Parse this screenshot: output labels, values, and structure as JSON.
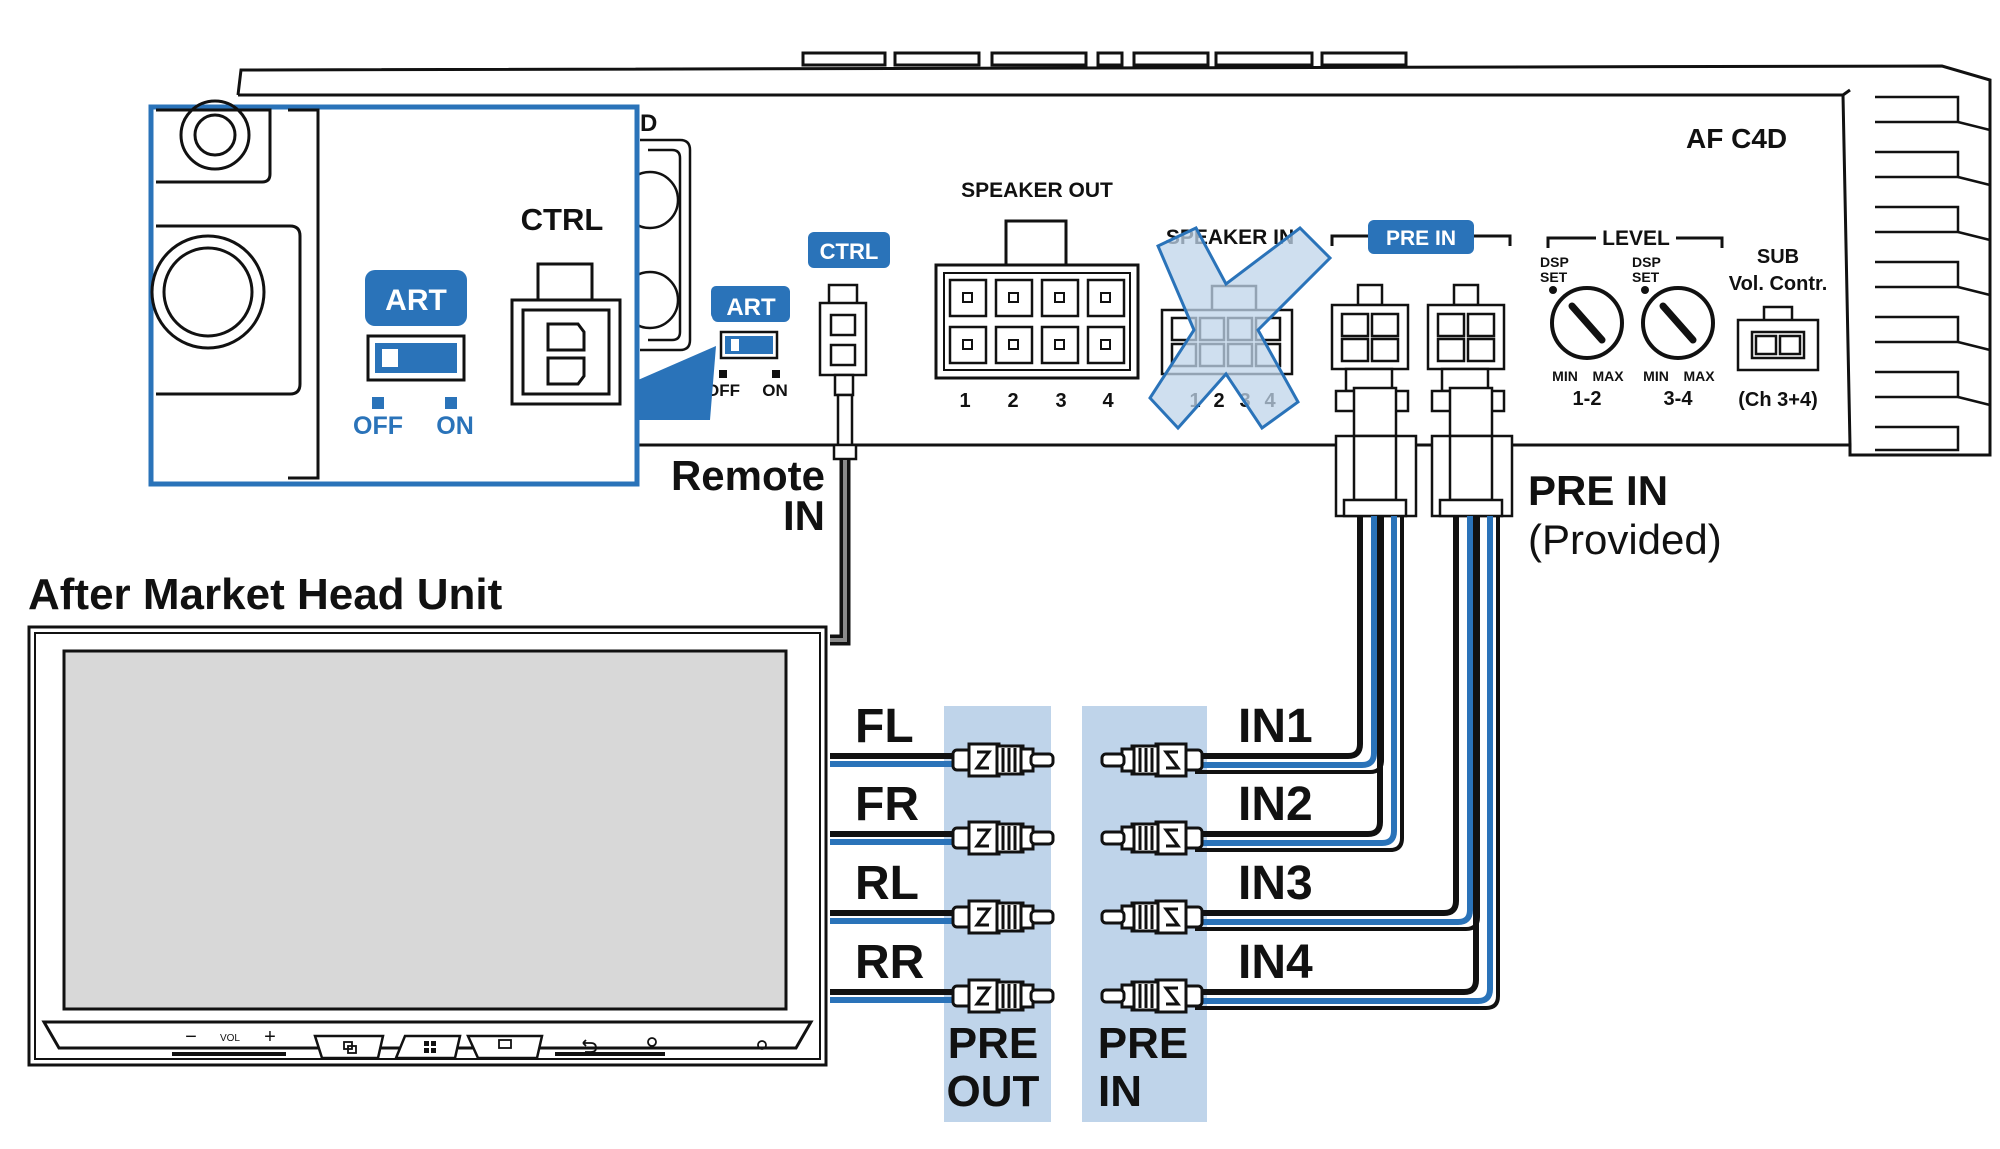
{
  "amplifier": {
    "model": "AF C4D",
    "speaker_out": {
      "label": "SPEAKER OUT",
      "pins": [
        "1",
        "2",
        "3",
        "4"
      ]
    },
    "speaker_in": {
      "label": "SPEAKER IN",
      "pins": [
        "1",
        "2",
        "3",
        "4"
      ]
    },
    "pre_in": {
      "label": "PRE IN"
    },
    "level": {
      "label": "LEVEL",
      "knob1": {
        "top": "DSP\nSET",
        "min": "MIN",
        "max": "MAX",
        "channels": "1-2"
      },
      "knob2": {
        "top": "DSP\nSET",
        "min": "MIN",
        "max": "MAX",
        "channels": "3-4"
      }
    },
    "sub": {
      "title": "SUB",
      "subtitle": "Vol. Contr.",
      "channels": "(Ch 3+4)"
    },
    "ctrl": {
      "label": "CTRL"
    },
    "art": {
      "label": "ART",
      "off": "OFF",
      "on": "ON"
    },
    "partial_label": "D"
  },
  "inset": {
    "ctrl_label": "CTRL",
    "art": {
      "label": "ART",
      "off": "OFF",
      "on": "ON"
    }
  },
  "remote": {
    "line1": "Remote",
    "line2": "IN"
  },
  "pre_in_provided": {
    "title": "PRE IN",
    "note": "(Provided)"
  },
  "head_unit": {
    "title": "After Market Head Unit",
    "vol_minus": "−",
    "vol_label": "VOL",
    "vol_plus": "+"
  },
  "channels_out": [
    "FL",
    "FR",
    "RL",
    "RR"
  ],
  "channels_in": [
    "IN1",
    "IN2",
    "IN3",
    "IN4"
  ],
  "pre_out_box": {
    "line1": "PRE",
    "line2": "OUT"
  },
  "pre_in_box": {
    "line1": "PRE",
    "line2": "IN"
  },
  "colors": {
    "accent": "#2a73b9",
    "panel": "#bfd4ea",
    "screen": "#d8d8d8",
    "line": "#111111"
  }
}
